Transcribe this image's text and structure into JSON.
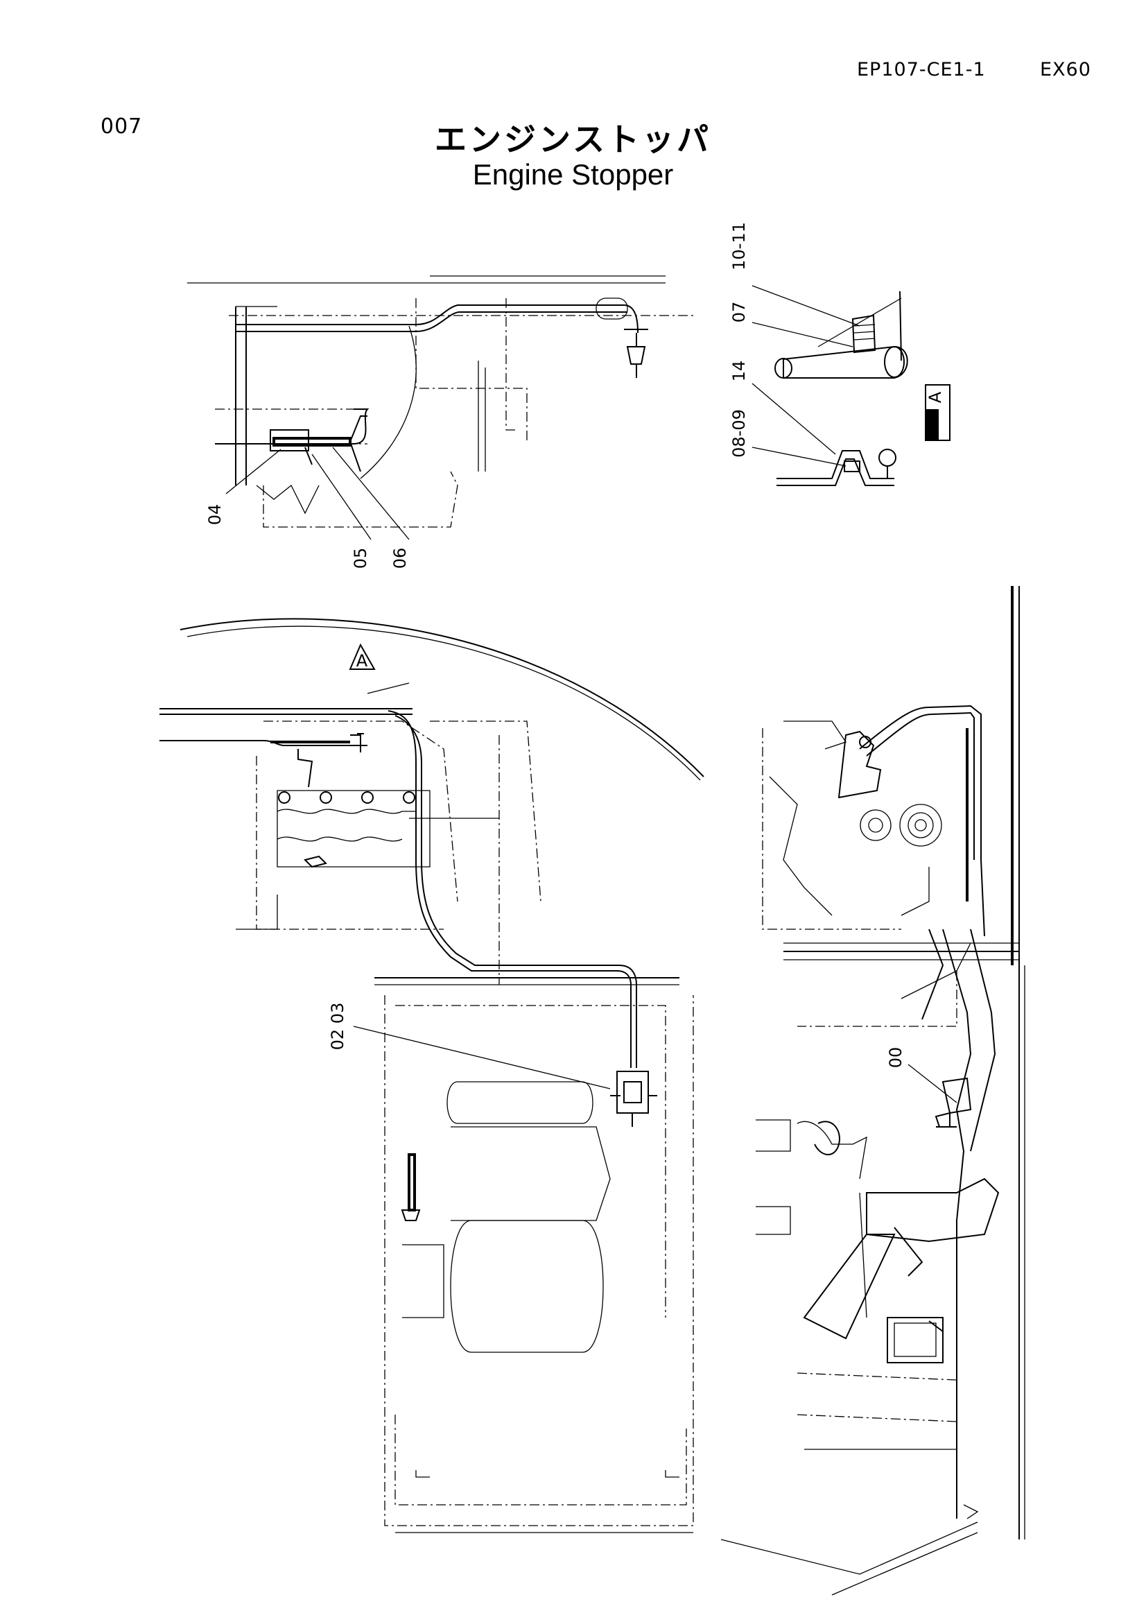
{
  "header": {
    "page_number": "007",
    "doc_code": "EP107-CE1-1",
    "model": "EX60"
  },
  "title": {
    "japanese": "エンジンストッパ",
    "english": "Engine Stopper"
  },
  "view_marker": "A",
  "callouts": [
    "10-11",
    "07",
    "14",
    "08-09",
    "04",
    "05",
    "06",
    "02 03",
    "00"
  ]
}
